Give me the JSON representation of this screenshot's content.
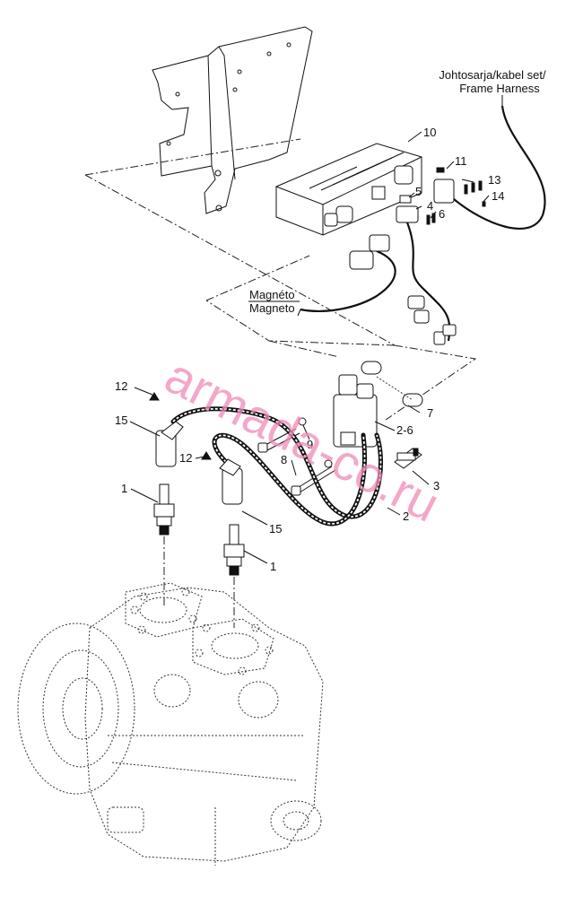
{
  "harness_label": {
    "line1": "Johtosarja/kabel set/",
    "line2": "Frame Harness"
  },
  "magneto_label": {
    "line1": "Magnéto",
    "line2": "Magneto"
  },
  "callouts": [
    {
      "id": "c10",
      "text": "10"
    },
    {
      "id": "c11",
      "text": "11"
    },
    {
      "id": "c13",
      "text": "13"
    },
    {
      "id": "c14",
      "text": "14"
    },
    {
      "id": "c5",
      "text": "5"
    },
    {
      "id": "c4",
      "text": "4"
    },
    {
      "id": "c6",
      "text": "6"
    },
    {
      "id": "c12a",
      "text": "12"
    },
    {
      "id": "c15a",
      "text": "15"
    },
    {
      "id": "c7",
      "text": "7"
    },
    {
      "id": "c26",
      "text": "2-6"
    },
    {
      "id": "c9",
      "text": "9"
    },
    {
      "id": "c8",
      "text": "8"
    },
    {
      "id": "c12b",
      "text": "12"
    },
    {
      "id": "c3",
      "text": "3"
    },
    {
      "id": "c1a",
      "text": "1"
    },
    {
      "id": "c2",
      "text": "2"
    },
    {
      "id": "c15b",
      "text": "15"
    },
    {
      "id": "c1b",
      "text": "1"
    }
  ],
  "watermark": "armada-co.ru",
  "colors": {
    "line": "#111111",
    "watermark": "#f08ab8"
  }
}
